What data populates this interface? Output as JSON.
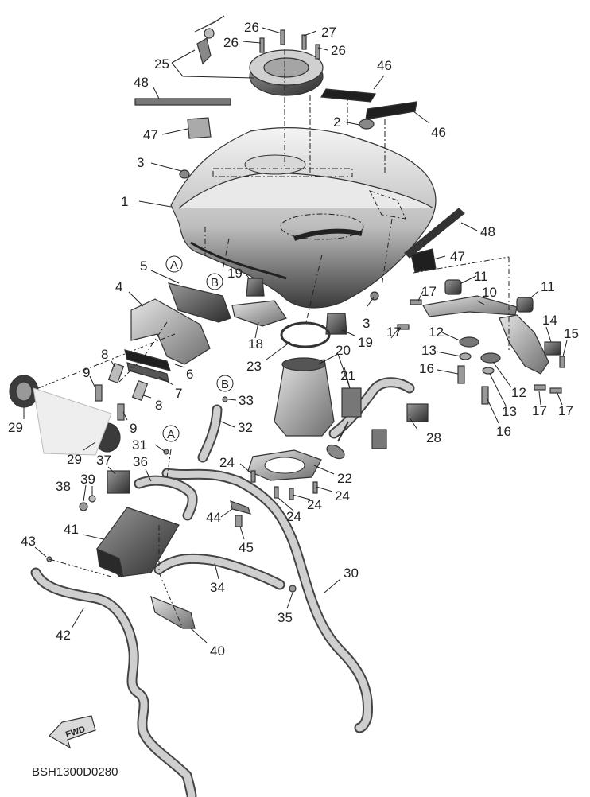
{
  "drawing_code": "BSH1300D0280",
  "fwd_label": "FWD",
  "ref_markers": [
    "A",
    "B"
  ],
  "callouts": [
    {
      "id": "1",
      "label": "1"
    },
    {
      "id": "2",
      "label": "2"
    },
    {
      "id": "3a",
      "label": "3"
    },
    {
      "id": "3b",
      "label": "3"
    },
    {
      "id": "4",
      "label": "4"
    },
    {
      "id": "5",
      "label": "5"
    },
    {
      "id": "6",
      "label": "6"
    },
    {
      "id": "7",
      "label": "7"
    },
    {
      "id": "8a",
      "label": "8"
    },
    {
      "id": "8b",
      "label": "8"
    },
    {
      "id": "9a",
      "label": "9"
    },
    {
      "id": "9b",
      "label": "9"
    },
    {
      "id": "10",
      "label": "10"
    },
    {
      "id": "11a",
      "label": "11"
    },
    {
      "id": "11b",
      "label": "11"
    },
    {
      "id": "12a",
      "label": "12"
    },
    {
      "id": "12b",
      "label": "12"
    },
    {
      "id": "13a",
      "label": "13"
    },
    {
      "id": "13b",
      "label": "13"
    },
    {
      "id": "14",
      "label": "14"
    },
    {
      "id": "15",
      "label": "15"
    },
    {
      "id": "16a",
      "label": "16"
    },
    {
      "id": "16b",
      "label": "16"
    },
    {
      "id": "17a",
      "label": "17"
    },
    {
      "id": "17b",
      "label": "17"
    },
    {
      "id": "17c",
      "label": "17"
    },
    {
      "id": "17d",
      "label": "17"
    },
    {
      "id": "18",
      "label": "18"
    },
    {
      "id": "19a",
      "label": "19"
    },
    {
      "id": "19b",
      "label": "19"
    },
    {
      "id": "20",
      "label": "20"
    },
    {
      "id": "21",
      "label": "21"
    },
    {
      "id": "22",
      "label": "22"
    },
    {
      "id": "23",
      "label": "23"
    },
    {
      "id": "24a",
      "label": "24"
    },
    {
      "id": "24b",
      "label": "24"
    },
    {
      "id": "24c",
      "label": "24"
    },
    {
      "id": "24d",
      "label": "24"
    },
    {
      "id": "25",
      "label": "25"
    },
    {
      "id": "26a",
      "label": "26"
    },
    {
      "id": "26b",
      "label": "26"
    },
    {
      "id": "26c",
      "label": "26"
    },
    {
      "id": "27",
      "label": "27"
    },
    {
      "id": "28",
      "label": "28"
    },
    {
      "id": "29a",
      "label": "29"
    },
    {
      "id": "29b",
      "label": "29"
    },
    {
      "id": "30",
      "label": "30"
    },
    {
      "id": "31",
      "label": "31"
    },
    {
      "id": "32",
      "label": "32"
    },
    {
      "id": "33",
      "label": "33"
    },
    {
      "id": "34",
      "label": "34"
    },
    {
      "id": "35",
      "label": "35"
    },
    {
      "id": "36",
      "label": "36"
    },
    {
      "id": "37",
      "label": "37"
    },
    {
      "id": "38",
      "label": "38"
    },
    {
      "id": "39",
      "label": "39"
    },
    {
      "id": "40",
      "label": "40"
    },
    {
      "id": "41",
      "label": "41"
    },
    {
      "id": "42",
      "label": "42"
    },
    {
      "id": "43",
      "label": "43"
    },
    {
      "id": "44",
      "label": "44"
    },
    {
      "id": "45",
      "label": "45"
    },
    {
      "id": "46a",
      "label": "46"
    },
    {
      "id": "46b",
      "label": "46"
    },
    {
      "id": "47a",
      "label": "47"
    },
    {
      "id": "47b",
      "label": "47"
    },
    {
      "id": "48a",
      "label": "48"
    },
    {
      "id": "48b",
      "label": "48"
    }
  ]
}
